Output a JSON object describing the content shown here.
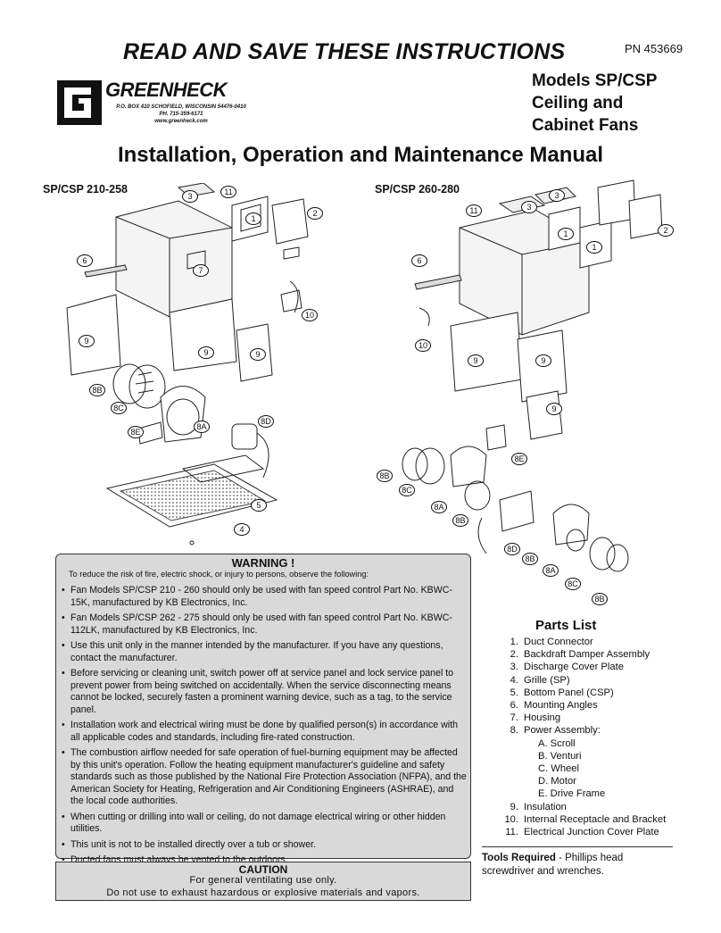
{
  "header": {
    "banner": "READ AND SAVE THESE INSTRUCTIONS",
    "pn": "PN 453669",
    "logo_name": "GREENHECK",
    "logo_address_1": "P.O. BOX 410  SCHOFIELD, WISCONSIN 54476-0410",
    "logo_address_2": "PH. 715-359-6171",
    "logo_address_3": "www.greenheck.com",
    "models_1": "Models SP/CSP",
    "models_2": "Ceiling and",
    "models_3": "Cabinet Fans"
  },
  "title": "Installation, Operation and Maintenance Manual",
  "diagrams": {
    "left_label": "SP/CSP 210-258",
    "right_label": "SP/CSP 260-280",
    "left_callouts": [
      "3",
      "11",
      "2",
      "1",
      "6",
      "7",
      "10",
      "9",
      "9",
      "9",
      "8B",
      "8C",
      "8E",
      "8A",
      "8D",
      "5",
      "4"
    ],
    "right_callouts": [
      "3",
      "3",
      "11",
      "2",
      "1",
      "1",
      "6",
      "10",
      "9",
      "9",
      "9",
      "8E",
      "8B",
      "8C",
      "8A",
      "8B",
      "8D",
      "8B",
      "8A",
      "8C",
      "8B"
    ]
  },
  "warning": {
    "title": "WARNING !",
    "intro": "To reduce the risk of fire, electric shock, or injury to persons, observe the following:",
    "items": [
      "Fan Models SP/CSP 210 - 260 should only be used with fan speed control Part No. KBWC-15K, manufactured by KB Electronics, Inc.",
      "Fan Models SP/CSP 262 - 275 should only be used with fan speed control Part No. KBWC-112LK, manufactured by KB Electronics, Inc.",
      "Use this unit only in the manner intended by the manufacturer. If you have any questions, contact the manufacturer.",
      "Before servicing or cleaning unit, switch power off at service panel and lock service panel to prevent power from being switched on accidentally. When the service disconnecting means cannot be locked, securely fasten a prominent warning device, such as a tag, to the service panel.",
      "Installation work and electrical wiring must be done by qualified person(s) in accordance with all applicable codes and standards, including fire-rated construction.",
      "The combustion airflow needed for safe operation of fuel-burning equipment may be affected by this unit's operation. Follow the heating equipment manufacturer's guideline and safety standards such as those published by the National Fire Protection Association (NFPA), and the American Society for Heating, Refrigeration and Air Conditioning Engineers (ASHRAE), and the local code authorities.",
      "When cutting or drilling into wall or ceiling, do not damage electrical wiring or other hidden utilities.",
      "This unit is not to be installed directly over a tub or shower.",
      "Ducted fans must always be vented to the outdoors."
    ]
  },
  "caution": {
    "title": "CAUTION",
    "line1": "For general ventilating use only.",
    "line2": "Do not use to exhaust hazardous or explosive materials and vapors."
  },
  "parts": {
    "title": "Parts List",
    "items": [
      {
        "num": "1.",
        "label": "Duct Connector"
      },
      {
        "num": "2.",
        "label": "Backdraft Damper Assembly"
      },
      {
        "num": "3.",
        "label": "Discharge Cover Plate"
      },
      {
        "num": "4.",
        "label": "Grille (SP)"
      },
      {
        "num": "5.",
        "label": "Bottom Panel (CSP)"
      },
      {
        "num": "6.",
        "label": "Mounting Angles"
      },
      {
        "num": "7.",
        "label": "Housing"
      },
      {
        "num": "8.",
        "label": "Power Assembly:"
      },
      {
        "num": "",
        "label": "A. Scroll"
      },
      {
        "num": "",
        "label": "B. Venturi"
      },
      {
        "num": "",
        "label": "C. Wheel"
      },
      {
        "num": "",
        "label": "D. Motor"
      },
      {
        "num": "",
        "label": "E. Drive Frame"
      },
      {
        "num": "9.",
        "label": "Insulation"
      },
      {
        "num": "10.",
        "label": "Internal Receptacle and Bracket"
      },
      {
        "num": "11.",
        "label": "Electrical Junction Cover Plate"
      }
    ]
  },
  "tools": {
    "label": "Tools Required",
    "text": " - Phillips head screwdriver and wrenches."
  }
}
